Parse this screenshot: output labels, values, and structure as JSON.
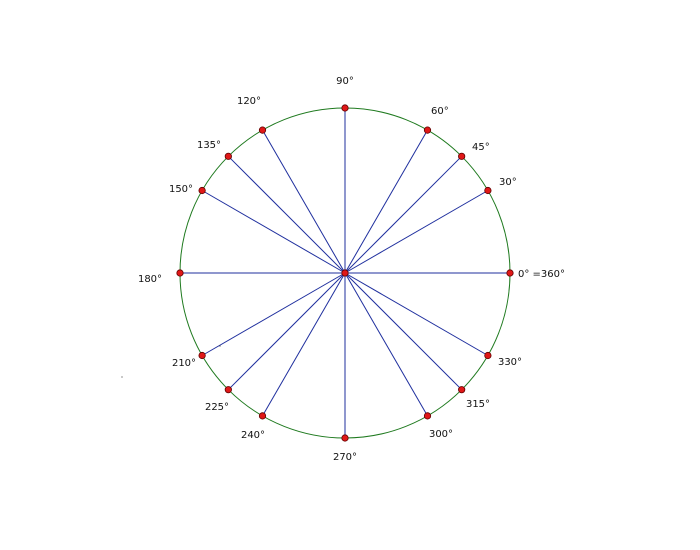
{
  "diagram": {
    "colors": {
      "background": "#ffffff",
      "circle": "#1f7a1f",
      "radius": "#1f2f9e",
      "point_fill": "#e01818",
      "point_stroke": "#600000",
      "label": "#111111"
    },
    "points": [
      {
        "angle": 0,
        "label": "0° =360°"
      },
      {
        "angle": 30,
        "label": "30°"
      },
      {
        "angle": 45,
        "label": "45°"
      },
      {
        "angle": 60,
        "label": "60°"
      },
      {
        "angle": 90,
        "label": "90°"
      },
      {
        "angle": 120,
        "label": "120°"
      },
      {
        "angle": 135,
        "label": "135°"
      },
      {
        "angle": 150,
        "label": "150°"
      },
      {
        "angle": 180,
        "label": "180°"
      },
      {
        "angle": 210,
        "label": "210°"
      },
      {
        "angle": 225,
        "label": "225°"
      },
      {
        "angle": 240,
        "label": "240°"
      },
      {
        "angle": 270,
        "label": "270°"
      },
      {
        "angle": 300,
        "label": "300°"
      },
      {
        "angle": 315,
        "label": "315°"
      },
      {
        "angle": 330,
        "label": "330°"
      }
    ]
  }
}
